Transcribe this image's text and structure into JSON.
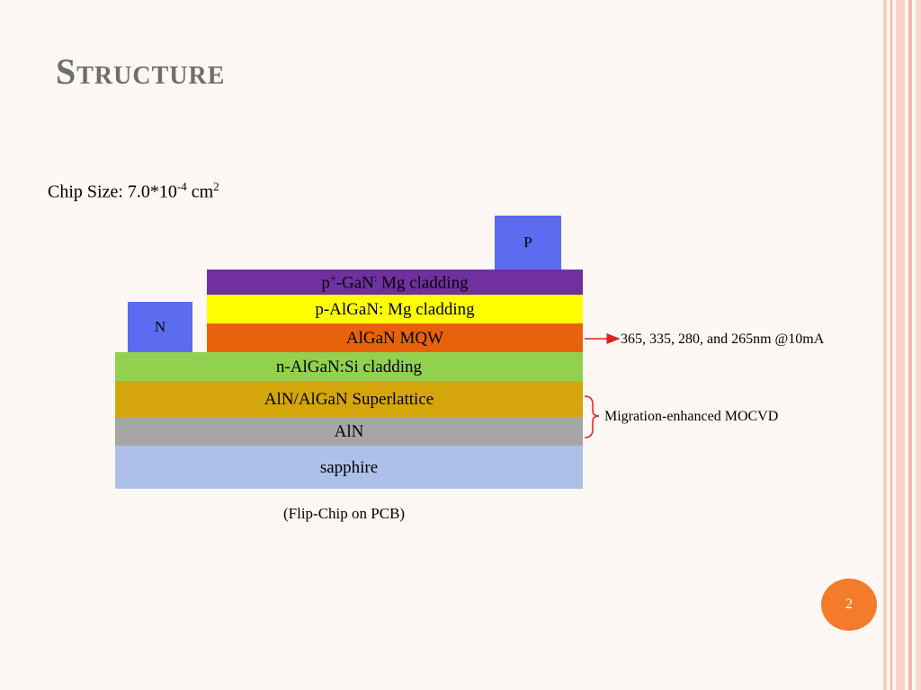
{
  "slide": {
    "title": "Structure",
    "chip_size": {
      "prefix": "Chip Size: 7.0*10",
      "exp": "-4",
      "unit": " cm",
      "unit_exp": "2"
    },
    "page_number": "2",
    "caption": "(Flip-Chip on PCB)"
  },
  "pads": {
    "p": "P",
    "n": "N"
  },
  "layers": {
    "pgan": {
      "pre": "p",
      "sup": "+",
      "mid": "-GaN",
      "sup2": ":",
      "post": " Mg cladding",
      "color": "#7030a0"
    },
    "palgan": {
      "label": "p-AlGaN: Mg cladding",
      "color": "#ffff00"
    },
    "mqw": {
      "label": "AlGaN MQW",
      "color": "#e8620b"
    },
    "nalgan": {
      "label": "n-AlGaN:Si cladding",
      "color": "#92d050"
    },
    "superlattice": {
      "label": "AlN/AlGaN Superlattice",
      "color": "#d4a60c"
    },
    "aln": {
      "label": "AlN",
      "color": "#a6a6a6"
    },
    "sapphire": {
      "label": "sapphire",
      "color": "#adc1e8"
    }
  },
  "annotations": {
    "wavelength": "365, 335, 280, and 265nm @10mA",
    "growth": "Migration-enhanced MOCVD"
  },
  "colors": {
    "pad": "#5b6cf0",
    "arrow": "#e02020",
    "page_badge": "#f37b2a",
    "title": "#6e6e6e"
  }
}
